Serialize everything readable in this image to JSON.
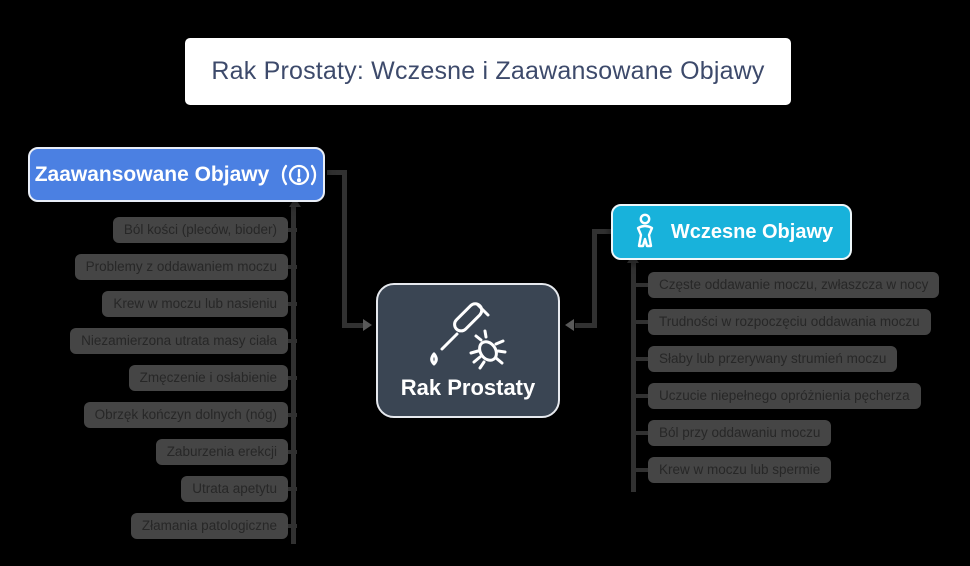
{
  "title": {
    "text": "Rak Prostaty: Wczesne i Zaawansowane Objawy"
  },
  "center_node": {
    "label": "Rak Prostaty",
    "icon": "dropper-bug-icon"
  },
  "advanced_branch": {
    "label": "Zaawansowane Objawy",
    "icon": "alert-icon",
    "items": [
      "Ból kości (pleców, bioder)",
      "Problemy z oddawaniem moczu",
      "Krew w moczu lub nasieniu",
      "Niezamierzona utrata masy ciała",
      "Zmęczenie i osłabienie",
      "Obrzęk kończyn dolnych (nóg)",
      "Zaburzenia erekcji",
      "Utrata apetytu",
      "Złamania patologiczne"
    ]
  },
  "early_branch": {
    "label": "Wczesne Objawy",
    "icon": "person-icon",
    "items": [
      "Częste oddawanie moczu, zwłaszcza w nocy",
      "Trudności w rozpoczęciu oddawania moczu",
      "Słaby lub przerywany strumień moczu",
      "Uczucie niepełnego opróżnienia pęcherza",
      "Ból przy oddawaniu moczu",
      "Krew w moczu lub spermie"
    ]
  },
  "colors": {
    "background": "#000000",
    "advanced_node": "#4b80e2",
    "early_node": "#18b2db",
    "center_node_bg": "#3a4553",
    "item_bg": "#454545",
    "item_text": "#272727",
    "connector": "#313131",
    "title_text": "#3d4a6b"
  }
}
